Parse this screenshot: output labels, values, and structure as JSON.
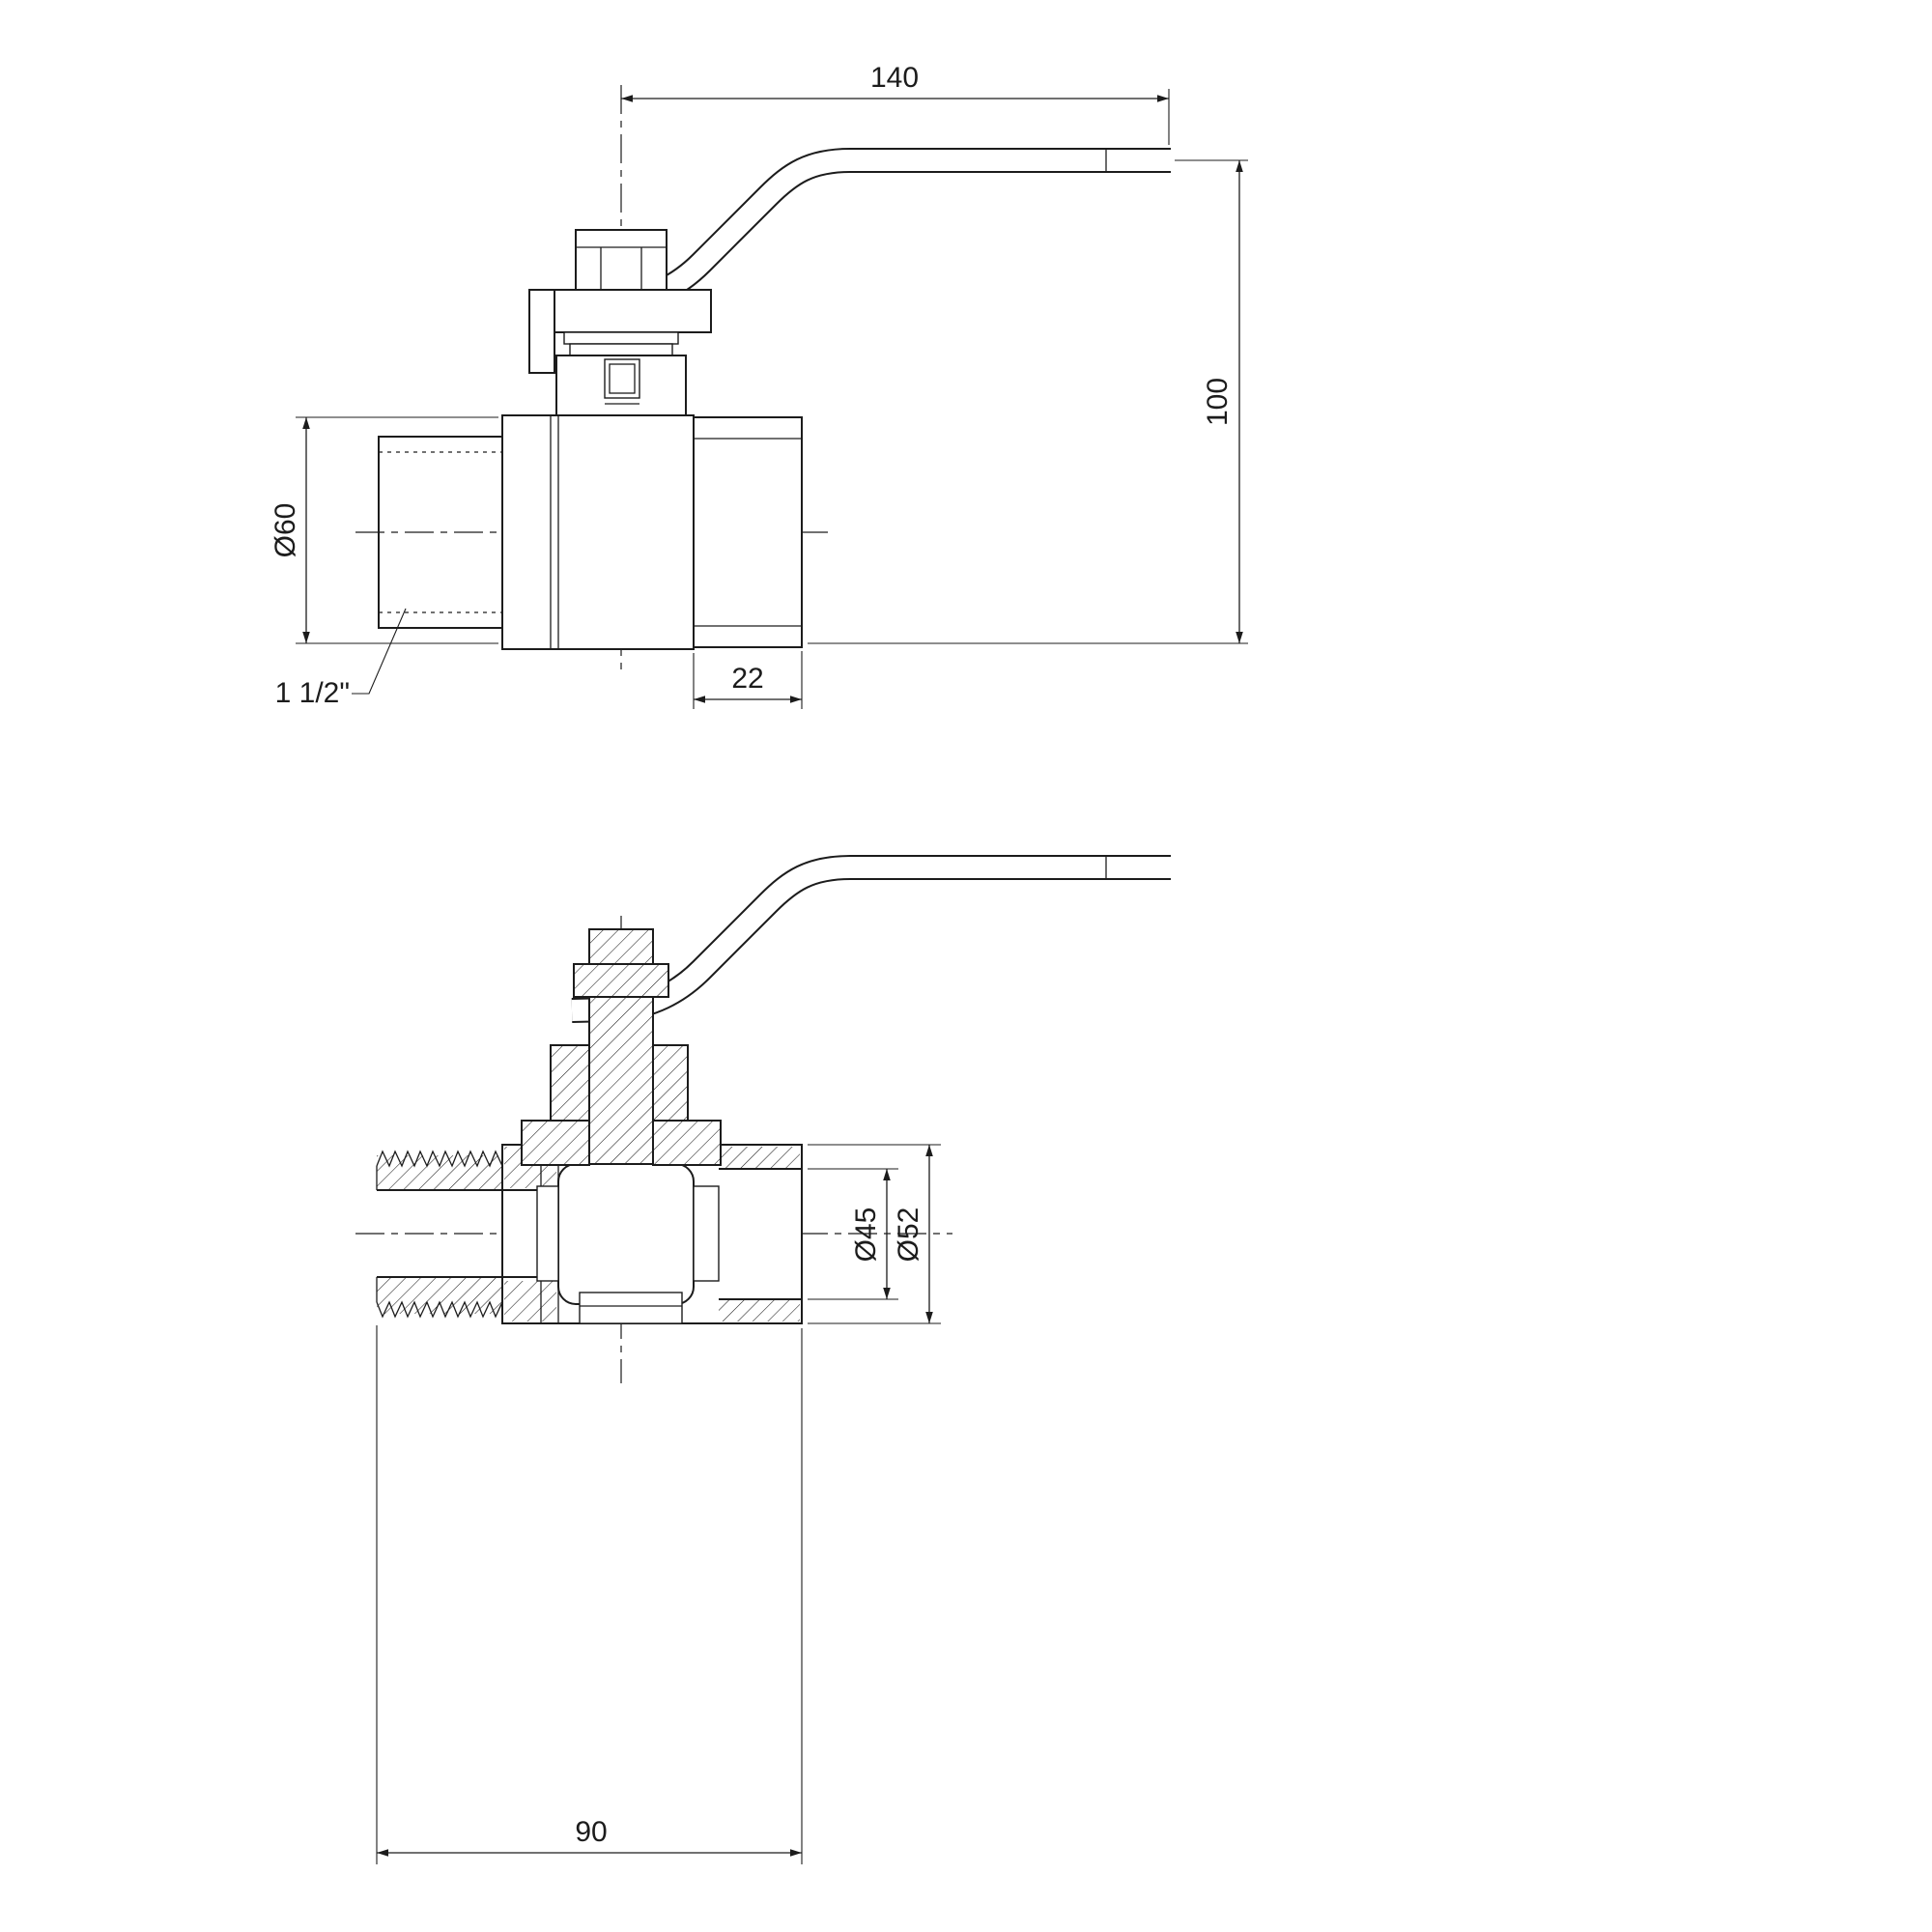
{
  "drawing": {
    "subject": "ball valve with lever handle, two orthographic views",
    "line_color": "#1c1c1c",
    "background": "#ffffff",
    "front_view": {
      "handle_length": "140",
      "overall_height": "100",
      "outer_diameter": "Ø60",
      "nut_length": "22",
      "thread_size": "1 1/2\""
    },
    "section_view": {
      "body_length": "90",
      "bore_diameter": "Ø45",
      "end_diameter": "Ø52"
    }
  }
}
